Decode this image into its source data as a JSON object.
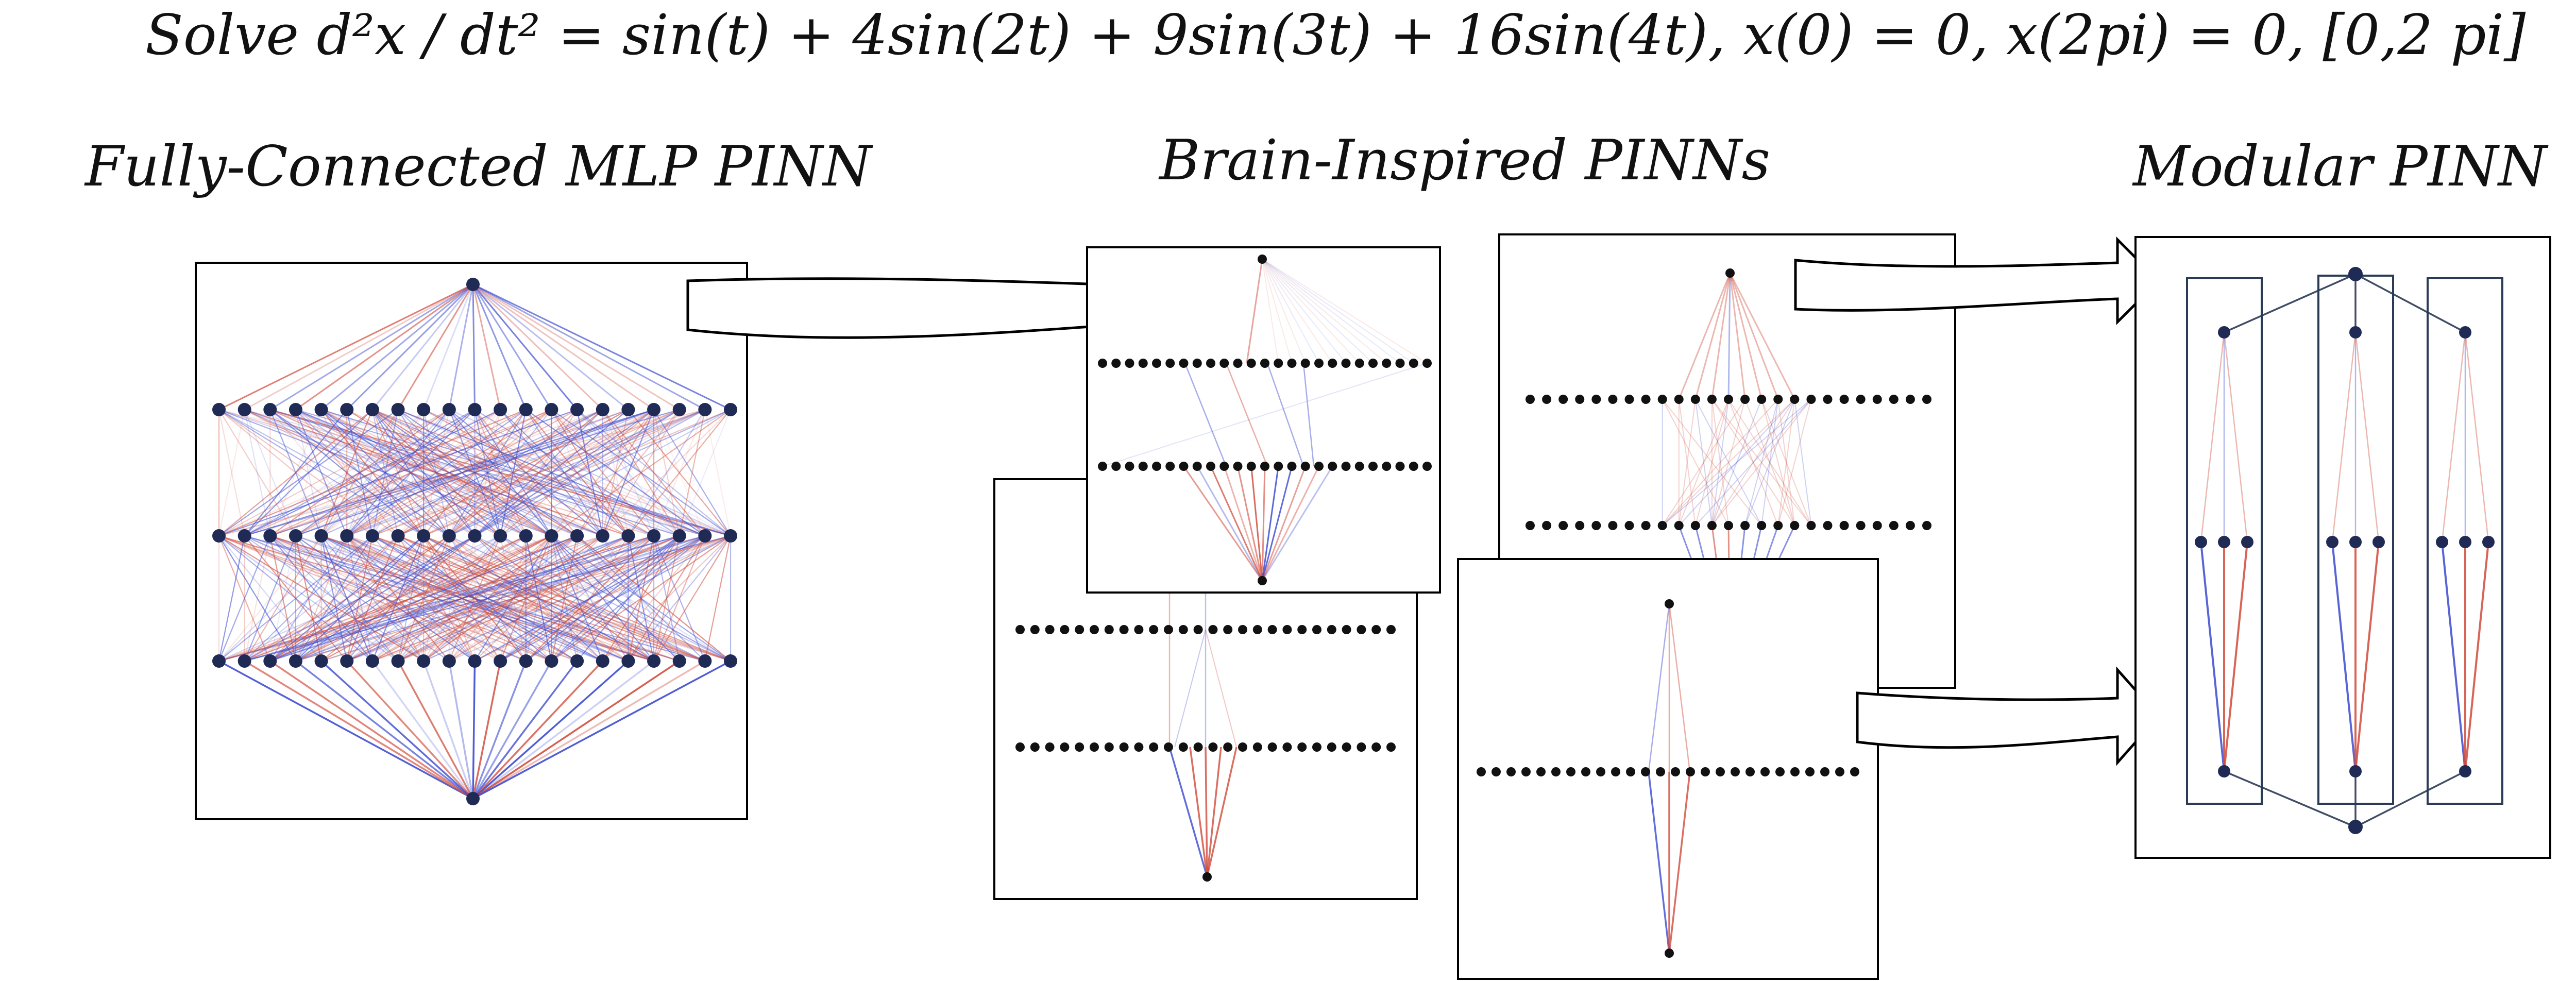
{
  "header": {
    "equation": "Solve d²x / dt² = sin(t) + 4sin(2t) + 9sin(3t) + 16sin(4t), x(0) = 0, x(2pi) = 0, [0,2 pi]"
  },
  "sections": {
    "mlp_title": "Fully-Connected MLP PINN",
    "brain_title": "Brain-Inspired PINNs",
    "modular_title": "Modular PINN"
  },
  "colors": {
    "positive_weight": "#d04a3a",
    "negative_weight": "#3a4ad0",
    "neuron": "#111111",
    "neuron_highlight": "#1f2a55",
    "module_outline": "#2b3a55"
  },
  "icons": {
    "transition_arrow": "right-arrow-icon"
  }
}
